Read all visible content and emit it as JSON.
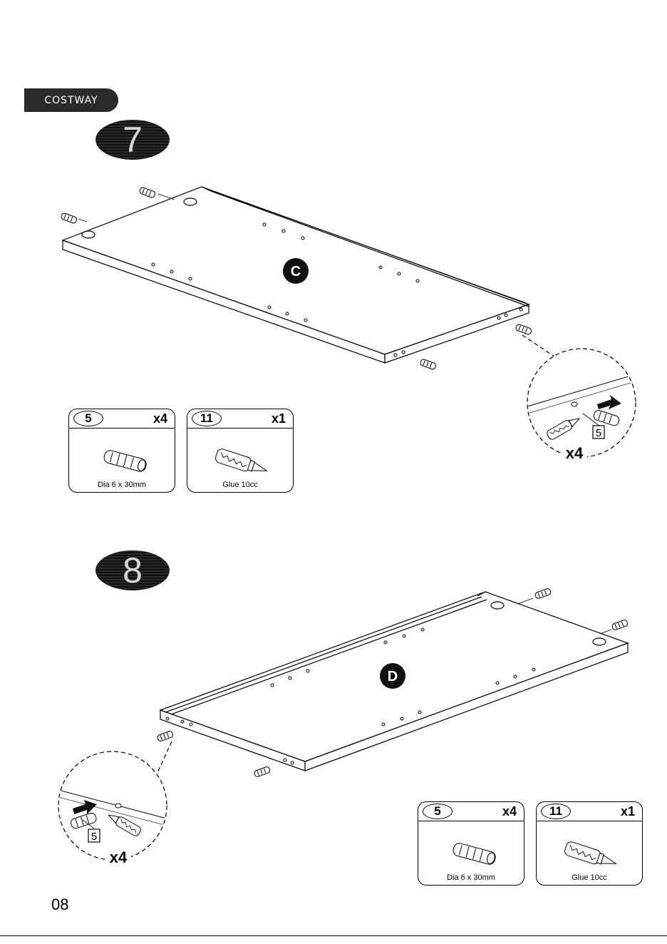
{
  "brand": "COSTWAY",
  "page_number": "08",
  "steps": [
    {
      "number": "7",
      "panel_label": "C",
      "detail_part": "5",
      "detail_qty": "x4",
      "parts": [
        {
          "number": "5",
          "qty": "x4",
          "caption": "Dia 6 x 30mm",
          "icon": "dowel-icon"
        },
        {
          "number": "11",
          "qty": "x1",
          "caption": "Glue 10cc",
          "icon": "glue-bottle-icon"
        }
      ]
    },
    {
      "number": "8",
      "panel_label": "D",
      "detail_part": "5",
      "detail_qty": "x4",
      "parts": [
        {
          "number": "5",
          "qty": "x4",
          "caption": "Dia 6 x 30mm",
          "icon": "dowel-icon"
        },
        {
          "number": "11",
          "qty": "x1",
          "caption": "Glue 10cc",
          "icon": "glue-bottle-icon"
        }
      ]
    }
  ]
}
